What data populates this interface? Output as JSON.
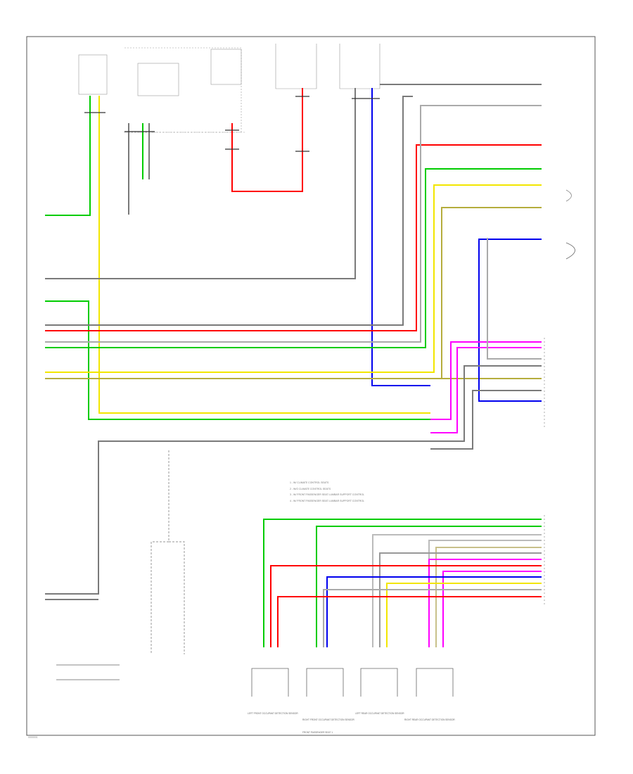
{
  "diagram": {
    "title": "",
    "colors": {
      "grn": "#00cc00",
      "red": "#ff0000",
      "yel": "#f2e600",
      "blu": "#0000ee",
      "pnk": "#ff00ff",
      "olive": "#b5ad3d",
      "gray": "#7a7a7a",
      "frame": "#555555"
    },
    "legend": [
      "1 - W/ CLIMATE CONTROL SEATS",
      "2 - W/O CLIMATE CONTROL SEATS",
      "3 - W/ FRONT PASSENGER SEAT LUMBAR SUPPORT CONTROL",
      "4 - W/ FRONT PASSENGER SEAT LUMBAR SUPPORT CONTROL"
    ],
    "sensors": [
      {
        "name": "LEFT FRONT OCCUPANT DETECTION SENSOR"
      },
      {
        "name": "RIGHT FRONT OCCUPANT DETECTION SENSOR"
      },
      {
        "name": "LEFT REAR OCCUPANT DETECTION SENSOR"
      },
      {
        "name": "RIGHT REAR OCCUPANT DETECTION SENSOR"
      }
    ],
    "bottom_caption": "FRONT PASSENGER SEAT 1",
    "footer_code": "0000001"
  }
}
